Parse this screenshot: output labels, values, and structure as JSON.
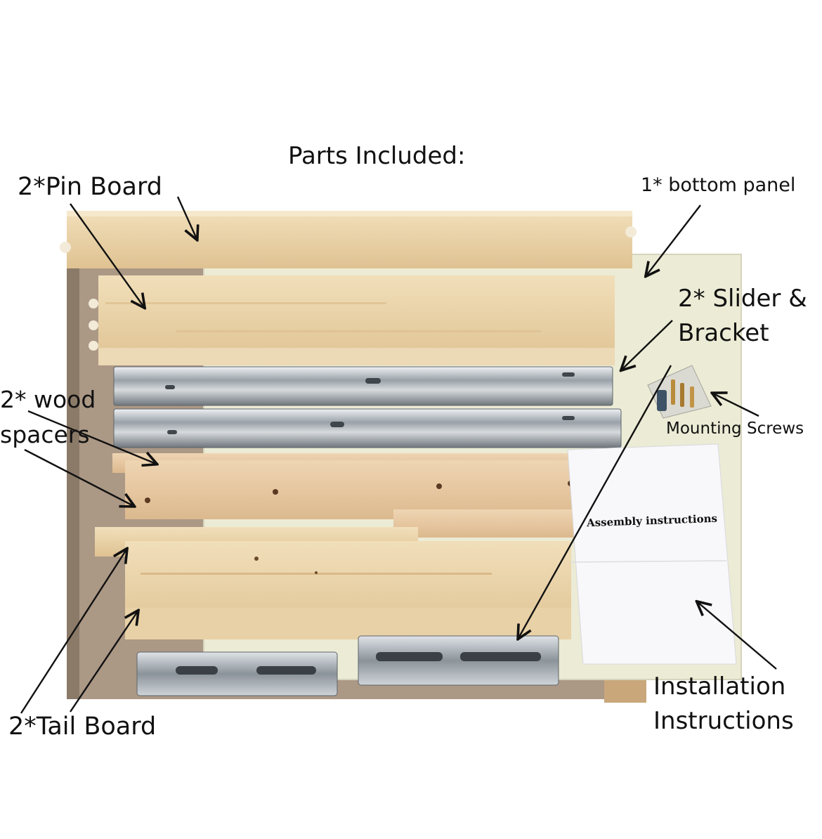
{
  "heading": "Parts Included:",
  "labels": {
    "pin_board": "2*Pin Board",
    "bottom_panel": "1* bottom panel",
    "slider_bracket_line1": "2* Slider &",
    "slider_bracket_line2": "Bracket",
    "wood_spacers_line1": "2* wood",
    "wood_spacers_line2": "spacers",
    "mounting_screws": "Mounting Screws",
    "tail_board": "2*Tail Board",
    "installation_line1": "Installation",
    "installation_line2": "Instructions"
  },
  "instruction_sheet_title": "Assembly instructions",
  "colors": {
    "background": "#ffffff",
    "cardboard": "#ab9885",
    "bottom_panel": "#ecebd5",
    "birch_wood": "#e9d2a8",
    "maple_wood": "#e8c8a2",
    "steel": "#b9bec4",
    "paper": "#f8f8fa",
    "text": "#111111"
  }
}
